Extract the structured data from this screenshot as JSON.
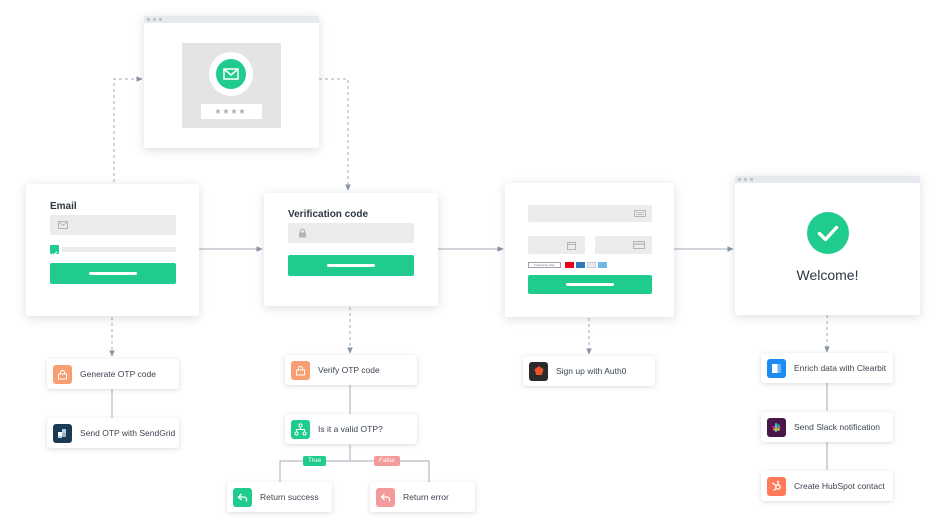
{
  "otp_preview": {
    "masked_code": "****"
  },
  "email_card": {
    "title": "Email"
  },
  "verify_card": {
    "title": "Verification code"
  },
  "payment_card": {
    "badge_text": "Powered by stripe"
  },
  "welcome_card": {
    "title": "Welcome!"
  },
  "steps": {
    "generate_otp": "Generate OTP code",
    "send_otp": "Send OTP with SendGrid",
    "verify_otp": "Verify OTP code",
    "is_valid": "Is it a valid OTP?",
    "return_success": "Return success",
    "return_error": "Return error",
    "signup_auth0": "Sign up with Auth0",
    "enrich_clearbit": "Enrich data with Clearbit",
    "slack_notify": "Send Slack notification",
    "hubspot_contact": "Create HubSpot contact"
  },
  "branches": {
    "true_label": "True",
    "false_label": "False"
  },
  "colors": {
    "accent": "#1fcc8e",
    "error": "#f49a9a",
    "connector": "#8a96a3",
    "orange": "#f79e72",
    "sendgrid": "#1a3a56",
    "auth0": "#2b2b2b",
    "clearbit": "#1d8cf0",
    "slack": "#4a154b",
    "hubspot": "#ff7a59"
  }
}
